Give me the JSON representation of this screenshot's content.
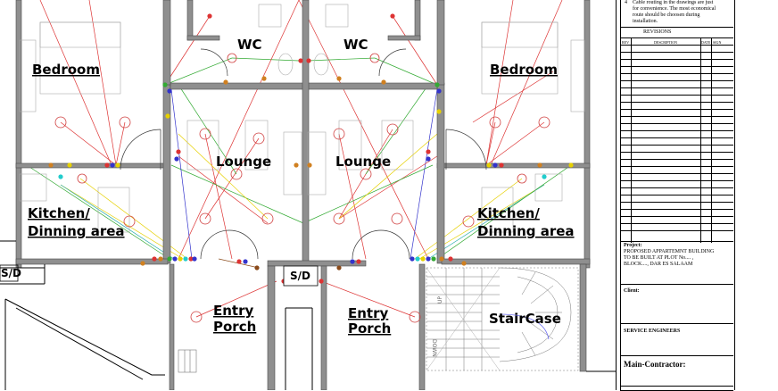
{
  "rooms": {
    "wc_left": "WC",
    "wc_right": "WC",
    "bedroom_left": "Bedroom",
    "bedroom_right": "Bedroom",
    "lounge_left": "Lounge",
    "lounge_right": "Lounge",
    "kitchen_left_1": "Kitchen/",
    "kitchen_left_2": "Dinning area",
    "kitchen_right_1": "Kitchen/",
    "kitchen_right_2": "Dinning area",
    "sd_left": "S/D",
    "sd_center": "S/D",
    "entry_left_1": "Entry",
    "entry_left_2": "Porch",
    "entry_right_1": "Entry",
    "entry_right_2": "Porch",
    "staircase": "StairCase",
    "stair_up": "UP",
    "stair_down": "DOWN"
  },
  "title_block": {
    "note_number": "4",
    "note_text_1": "Cable routing in the drawings are just",
    "note_text_2": "for convenience. The most economical",
    "note_text_3": "route should be choosen during",
    "note_text_4": "installation.",
    "revisions": "REVISIONS",
    "col_rev": "REV",
    "col_description": "DESCRIPTION",
    "col_date": "DATE",
    "col_sign": "SIGN",
    "project_label": "Project:",
    "project_1": "PROPOSED APPARTEMNT BUILDING",
    "project_2": "TO  BE BUILT AT PLOT No.... ,",
    "project_3": "BLOCK...., DAR ES SALAAM",
    "client_label": "Client:",
    "engineers_label": "SERVICE ENGINEERS",
    "contractor_label": "Main-Contractor:"
  }
}
